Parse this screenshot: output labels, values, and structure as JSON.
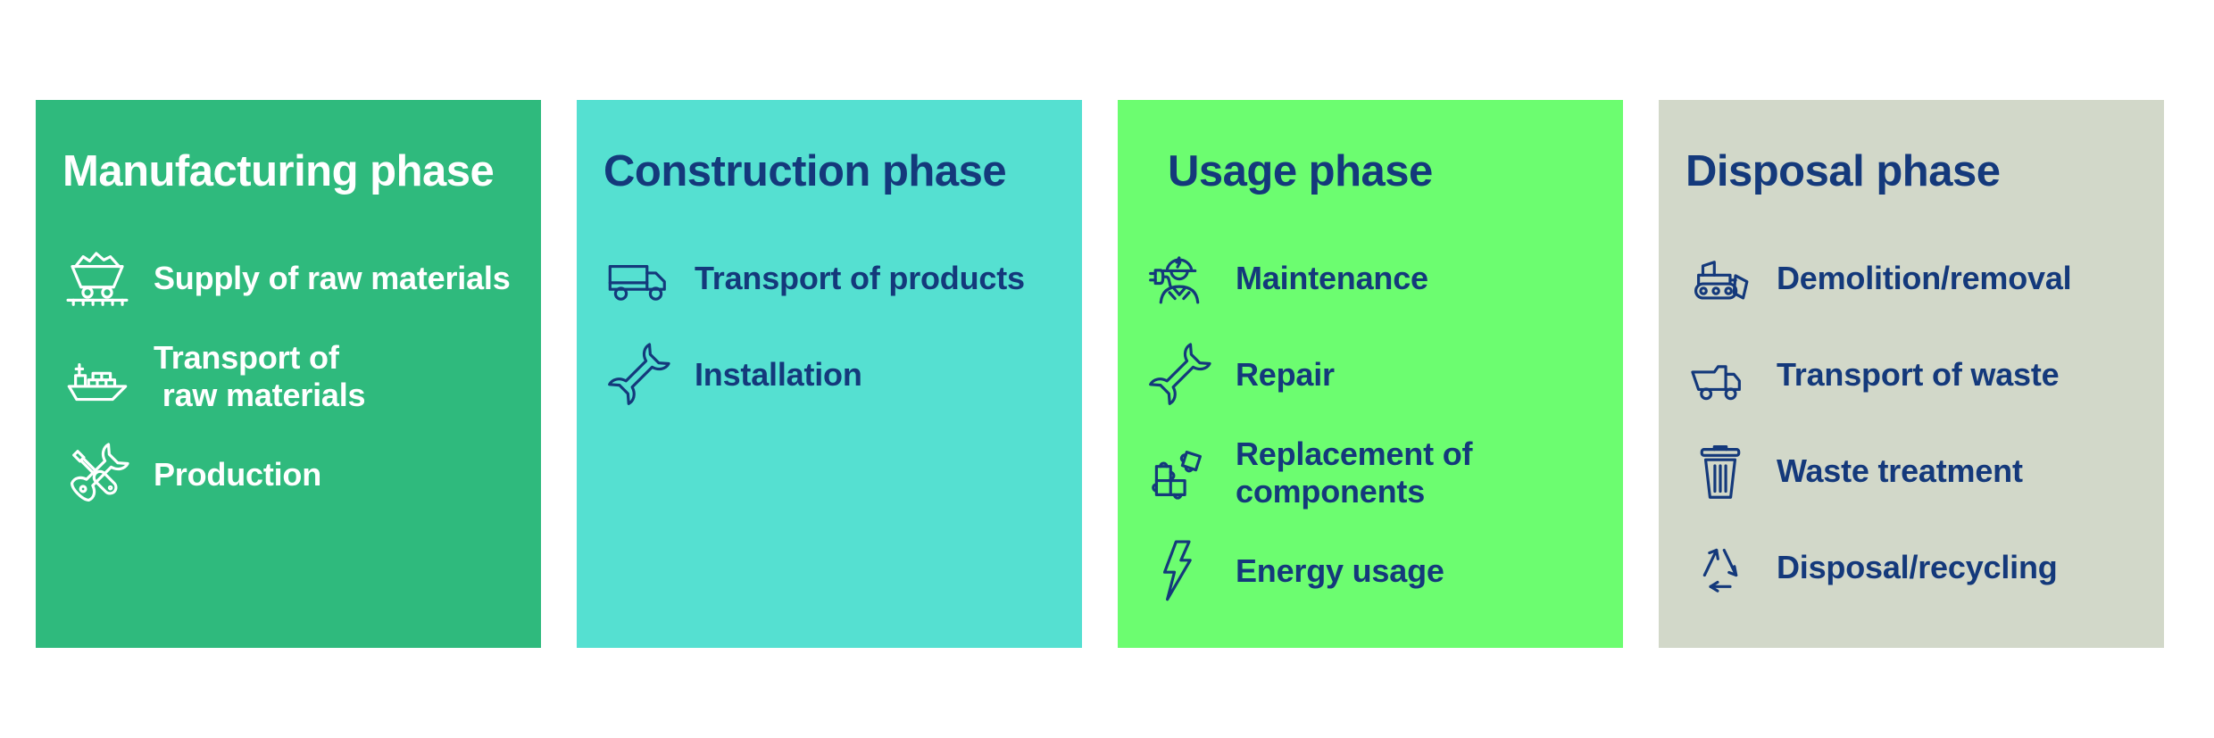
{
  "infographic": {
    "background": "#FFFFFF",
    "panels": [
      {
        "id": "manufacturing",
        "title": "Manufacturing phase",
        "background": "#2FBA7D",
        "text_color": "#FFFFFF",
        "items": [
          {
            "icon": "mine-cart-icon",
            "label": "Supply of raw materials"
          },
          {
            "icon": "cargo-ship-icon",
            "label": "Transport of\n raw materials"
          },
          {
            "icon": "crossed-tools-icon",
            "label": "Production"
          }
        ]
      },
      {
        "id": "construction",
        "title": "Construction phase",
        "background": "#55E0D1",
        "text_color": "#14397B",
        "items": [
          {
            "icon": "truck-icon",
            "label": "Transport of products"
          },
          {
            "icon": "wrench-icon",
            "label": "Installation"
          }
        ]
      },
      {
        "id": "usage",
        "title": "Usage phase",
        "background": "#6CFD70",
        "text_color": "#14397B",
        "items": [
          {
            "icon": "electrician-icon",
            "label": "Maintenance"
          },
          {
            "icon": "wrench-icon",
            "label": "Repair"
          },
          {
            "icon": "puzzle-icon",
            "label": "Replacement of\ncomponents"
          },
          {
            "icon": "lightning-icon",
            "label": "Energy usage"
          }
        ]
      },
      {
        "id": "disposal",
        "title": "Disposal phase",
        "background": "#D2D8C9",
        "text_color": "#14397B",
        "items": [
          {
            "icon": "bulldozer-icon",
            "label": "Demolition/removal"
          },
          {
            "icon": "dump-truck-icon",
            "label": "Transport of waste"
          },
          {
            "icon": "trash-can-icon",
            "label": "Waste treatment"
          },
          {
            "icon": "recycle-icon",
            "label": "Disposal/recycling"
          }
        ]
      }
    ]
  }
}
